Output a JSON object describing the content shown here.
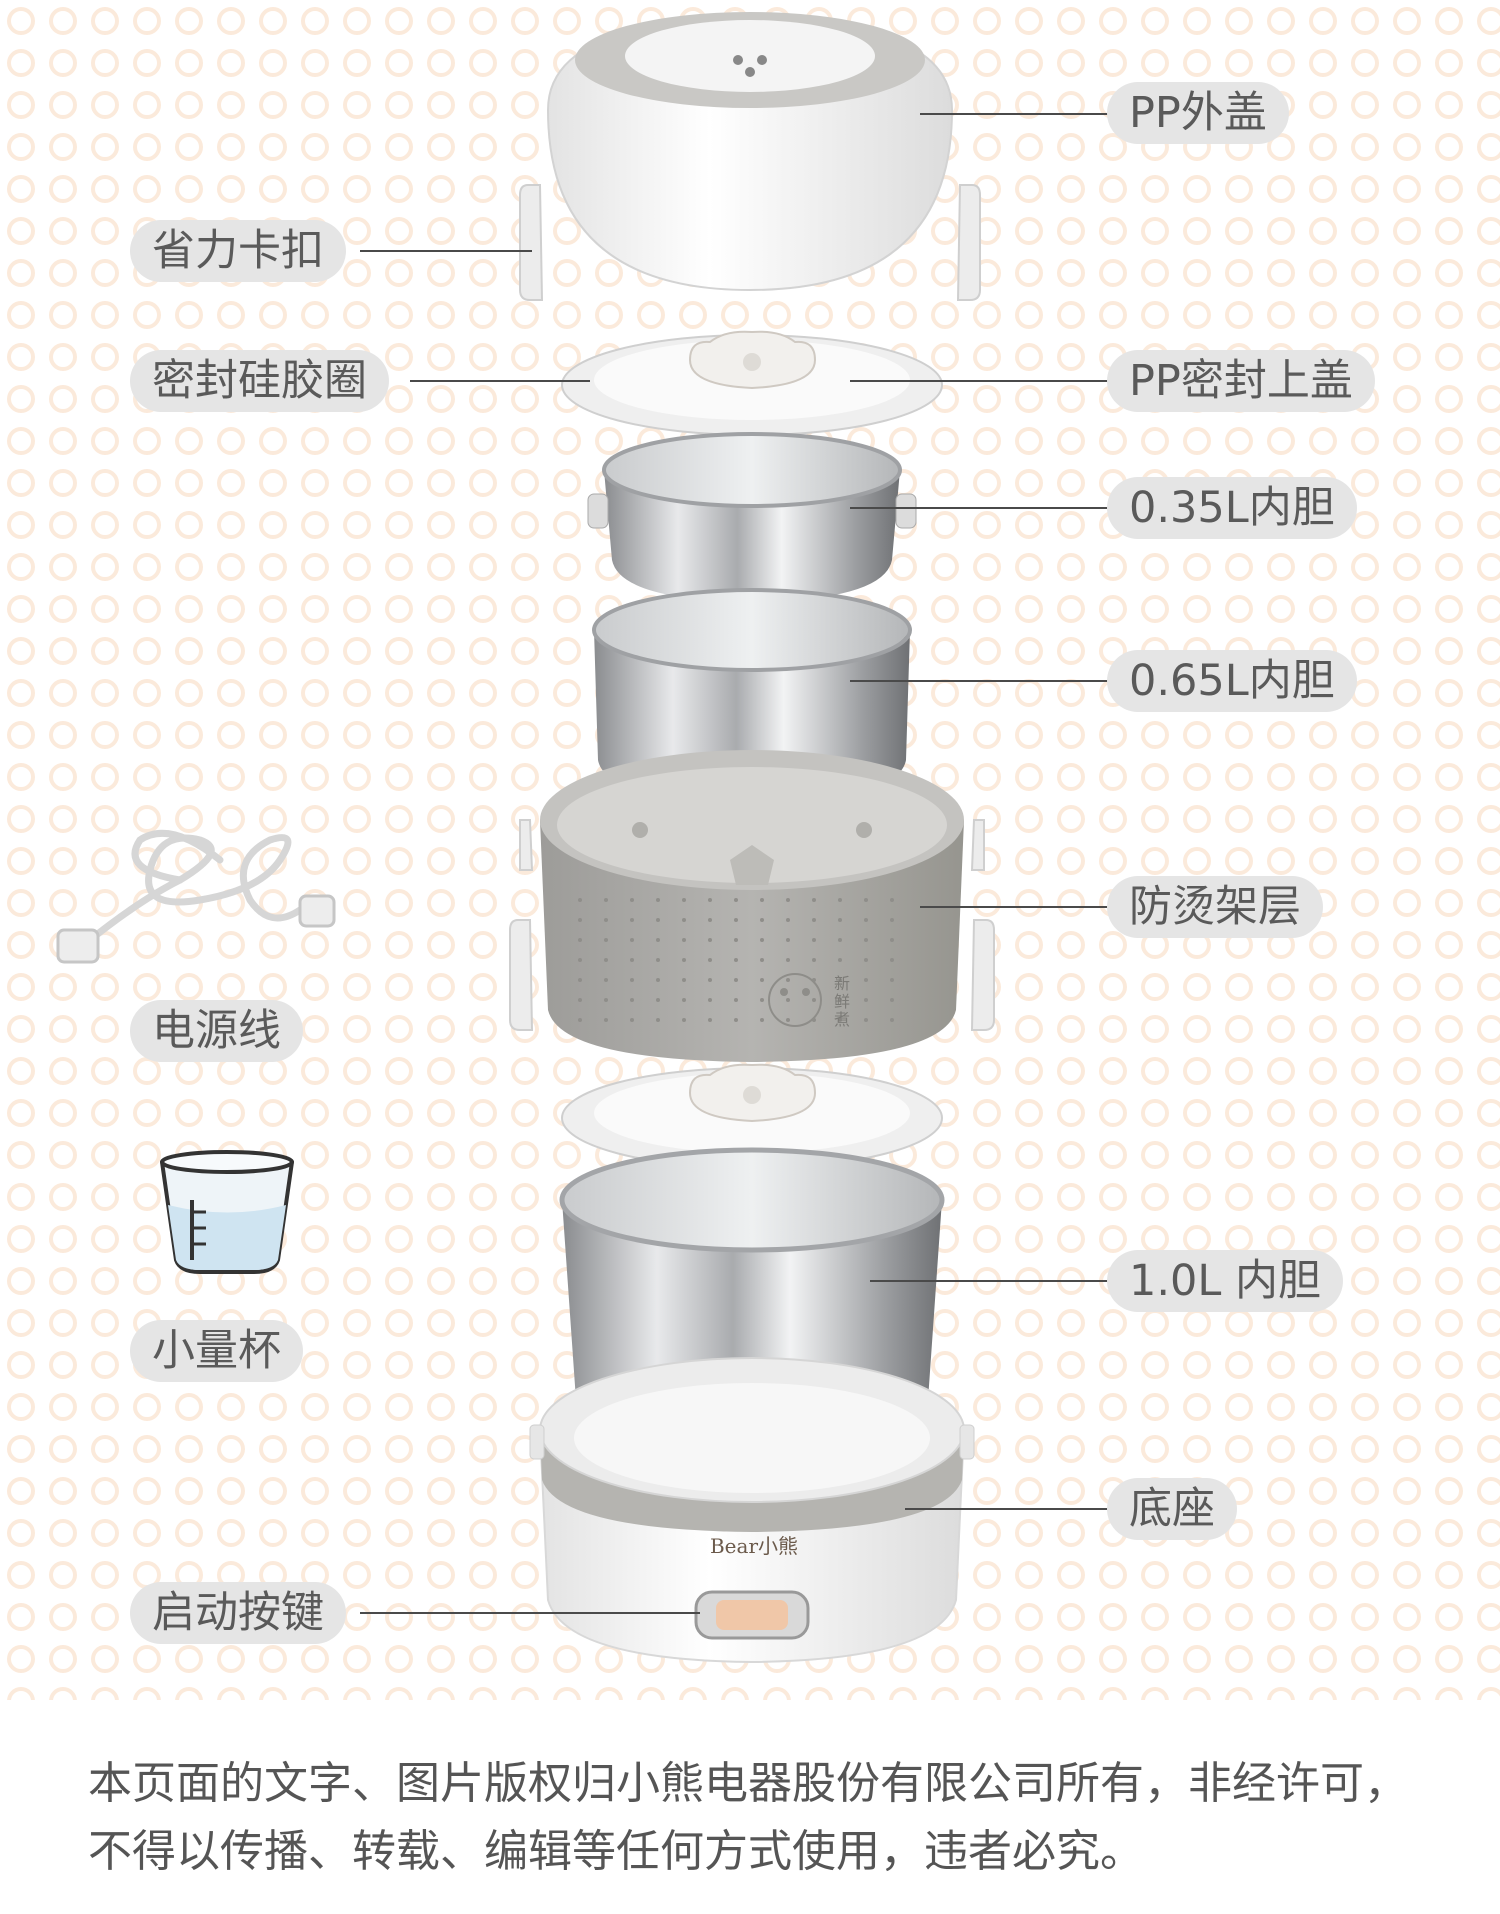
{
  "labels": {
    "outer_lid": "PP外盖",
    "clip": "省力卡扣",
    "seal_ring": "密封硅胶圈",
    "seal_lid": "PP密封上盖",
    "liner_035": "0.35L内胆",
    "liner_065": "0.65L内胆",
    "heat_guard": "防烫架层",
    "power_cord": "电源线",
    "cup": "小量杯",
    "liner_10": "1.0L 内胆",
    "base": "底座",
    "start_button": "启动按键"
  },
  "brand": {
    "logo_text": "Bear小熊",
    "layer_badge": "新鲜煮"
  },
  "copyright": {
    "line1": "本页面的文字、图片版权归小熊电器股份有限公司所有，非经许可，",
    "line2": "不得以传播、转载、编辑等任何方式使用，违者必究。"
  },
  "colors": {
    "pill_bg": "#e5e5e5",
    "pill_text": "#5a5a5a",
    "product_grey": "#a9a8a5",
    "pattern": "#fbe9d9"
  }
}
